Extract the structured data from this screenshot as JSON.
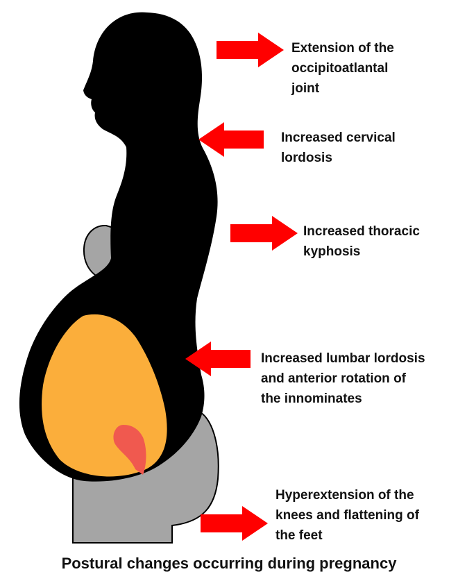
{
  "colors": {
    "body": "#000000",
    "breast_and_legs": "#a5a5a5",
    "uterus": "#fbae3b",
    "fetus": "#f0594f",
    "arrow": "#ff0000",
    "text": "#111111"
  },
  "labels": [
    {
      "lines": [
        "Extension of the",
        "occipitoatlantal",
        "joint"
      ],
      "arrow_direction": "right"
    },
    {
      "lines": [
        "Increased cervical",
        "lordosis"
      ],
      "arrow_direction": "left"
    },
    {
      "lines": [
        "Increased thoracic",
        "kyphosis"
      ],
      "arrow_direction": "right"
    },
    {
      "lines": [
        "Increased lumbar lordosis",
        "and anterior rotation of",
        "the innominates"
      ],
      "arrow_direction": "left"
    },
    {
      "lines": [
        "Hyperextension of the",
        "knees and flattening of",
        "the feet"
      ],
      "arrow_direction": "right"
    }
  ],
  "caption": "Postural changes occurring during pregnancy"
}
